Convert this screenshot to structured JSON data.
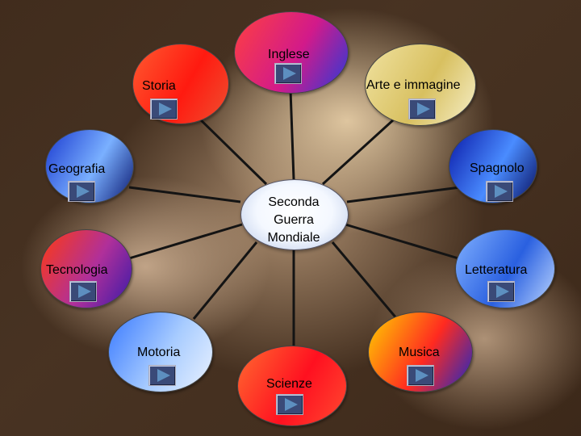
{
  "center": {
    "label": "Seconda\n Guerra\nMondiale"
  },
  "subjects": [
    {
      "id": "inglese",
      "label": "Inglese"
    },
    {
      "id": "storia",
      "label": "Storia"
    },
    {
      "id": "arte",
      "label": "Arte e immagine"
    },
    {
      "id": "geografia",
      "label": "Geografia"
    },
    {
      "id": "spagnolo",
      "label": "Spagnolo"
    },
    {
      "id": "tecnologia",
      "label": "Tecnologia"
    },
    {
      "id": "letteratura",
      "label": "Letteratura"
    },
    {
      "id": "motoria",
      "label": "Motoria"
    },
    {
      "id": "musica",
      "label": "Musica"
    },
    {
      "id": "scienze",
      "label": "Scienze"
    }
  ],
  "colors": {
    "inglese": [
      "#ff4040",
      "#d21a8a",
      "#2a3ad8"
    ],
    "storia": [
      "#ff5a30",
      "#ff1a10",
      "#ee5030"
    ],
    "arte": [
      "#f0e2a0",
      "#d8c060",
      "#f6efc8"
    ],
    "geografia": [
      "#1a3ad0",
      "#7ab0ff",
      "#0a1870"
    ],
    "spagnolo": [
      "#0a1aa8",
      "#4a8cff",
      "#081060"
    ],
    "tecnologia": [
      "#ff3a10",
      "#b0309a",
      "#3a1aa8"
    ],
    "letteratura": [
      "#80b0ff",
      "#2a60e0",
      "#bcd6ff"
    ],
    "motoria": [
      "#3a7aff",
      "#a8ccff",
      "#eaf2ff"
    ],
    "musica": [
      "#ffd000",
      "#ff2a20",
      "#1a28c8"
    ],
    "scienze": [
      "#ff6a30",
      "#ff1020",
      "#ff4a30"
    ],
    "connector": "#141414"
  }
}
